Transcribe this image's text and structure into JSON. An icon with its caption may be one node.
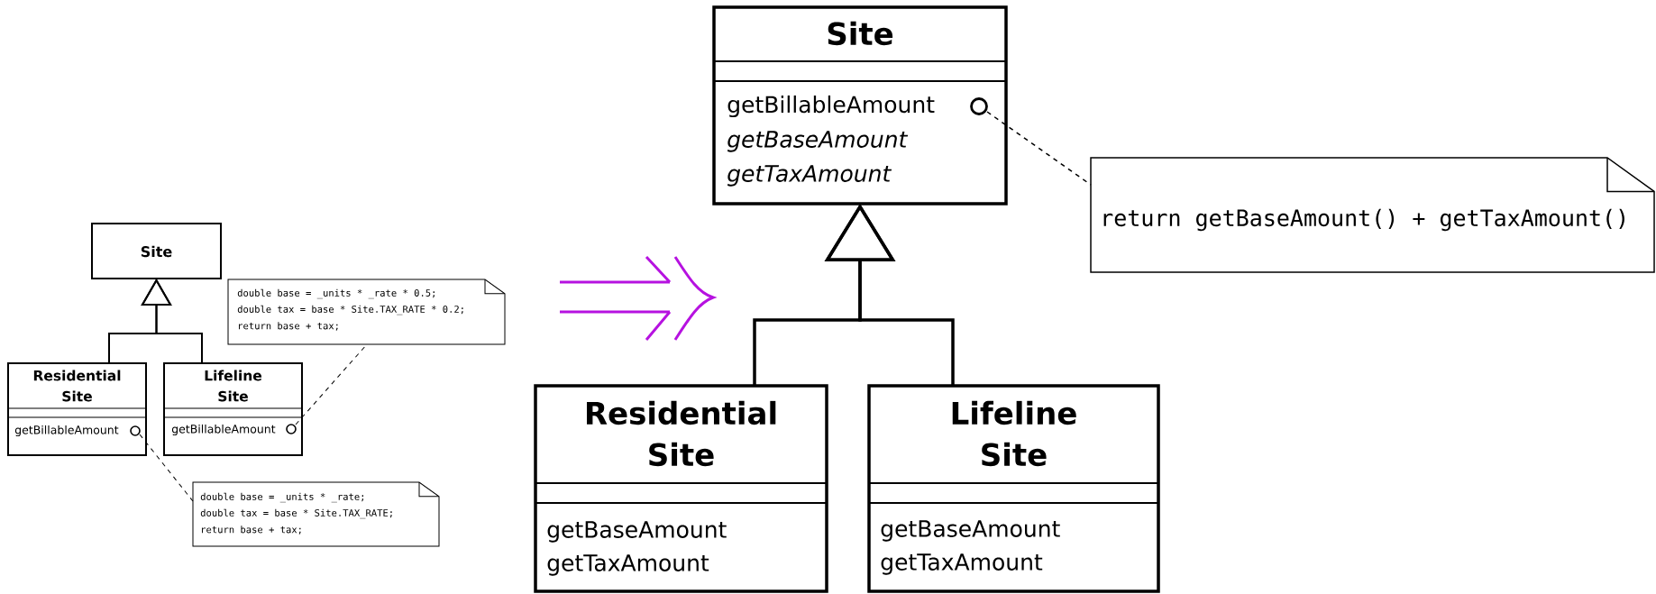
{
  "diagram": {
    "nodes": [
      {
        "text": [
          "Site"
        ]
      },
      {
        "text": [
          "Residential Site",
          "getBillableAmount"
        ]
      },
      {
        "text": [
          "Lifeline Site",
          "getBillableAmount"
        ]
      },
      {
        "text": [
          "double base = _units * _rate * 0.5;",
          "double tax = base * Site.TAX_RATE * 0.2;",
          "return base + tax;"
        ]
      },
      {
        "text": [
          "double base = _units * _rate;",
          "double tax = base * Site.TAX_RATE;",
          "return base + tax;"
        ]
      },
      {
        "text": [
          "Site",
          "getBillableAmount",
          "getBaseAmount",
          "getTaxAmount"
        ]
      },
      {
        "text": [
          "return getBaseAmount() + getTaxAmount()"
        ]
      },
      {
        "text": [
          "Residential Site",
          "getBaseAmount",
          "getTaxAmount"
        ]
      },
      {
        "text": [
          "Lifeline Site",
          "getBaseAmount",
          "getTaxAmount"
        ]
      }
    ],
    "edges": [
      {
        "from": 1,
        "to": 0,
        "arrow": "to"
      },
      {
        "from": 2,
        "to": 0,
        "arrow": "to"
      },
      {
        "from": 2,
        "to": 3,
        "arrow": "none",
        "style": "dashed"
      },
      {
        "from": 1,
        "to": 4,
        "arrow": "none",
        "style": "dashed"
      },
      {
        "from": 7,
        "to": 5,
        "arrow": "to"
      },
      {
        "from": 8,
        "to": 5,
        "arrow": "to"
      },
      {
        "from": 5,
        "to": 6,
        "arrow": "none",
        "style": "dashed"
      }
    ]
  }
}
